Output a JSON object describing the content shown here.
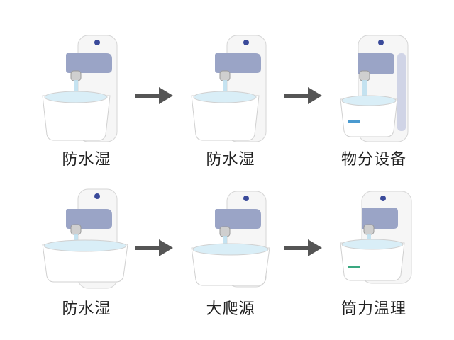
{
  "rows": [
    {
      "items": [
        {
          "label": "防水湿"
        },
        {
          "label": "防水湿"
        },
        {
          "label": "物分设备"
        }
      ]
    },
    {
      "items": [
        {
          "label": "防水湿"
        },
        {
          "label": "大爬源"
        },
        {
          "label": "筒力温理"
        }
      ]
    }
  ],
  "colors": {
    "arrow": "#555555",
    "device_body": "#f4f4f4",
    "nozzle": "#9aa4c6",
    "water": "#bfe0f0",
    "indicator": "#3a4a9a"
  }
}
